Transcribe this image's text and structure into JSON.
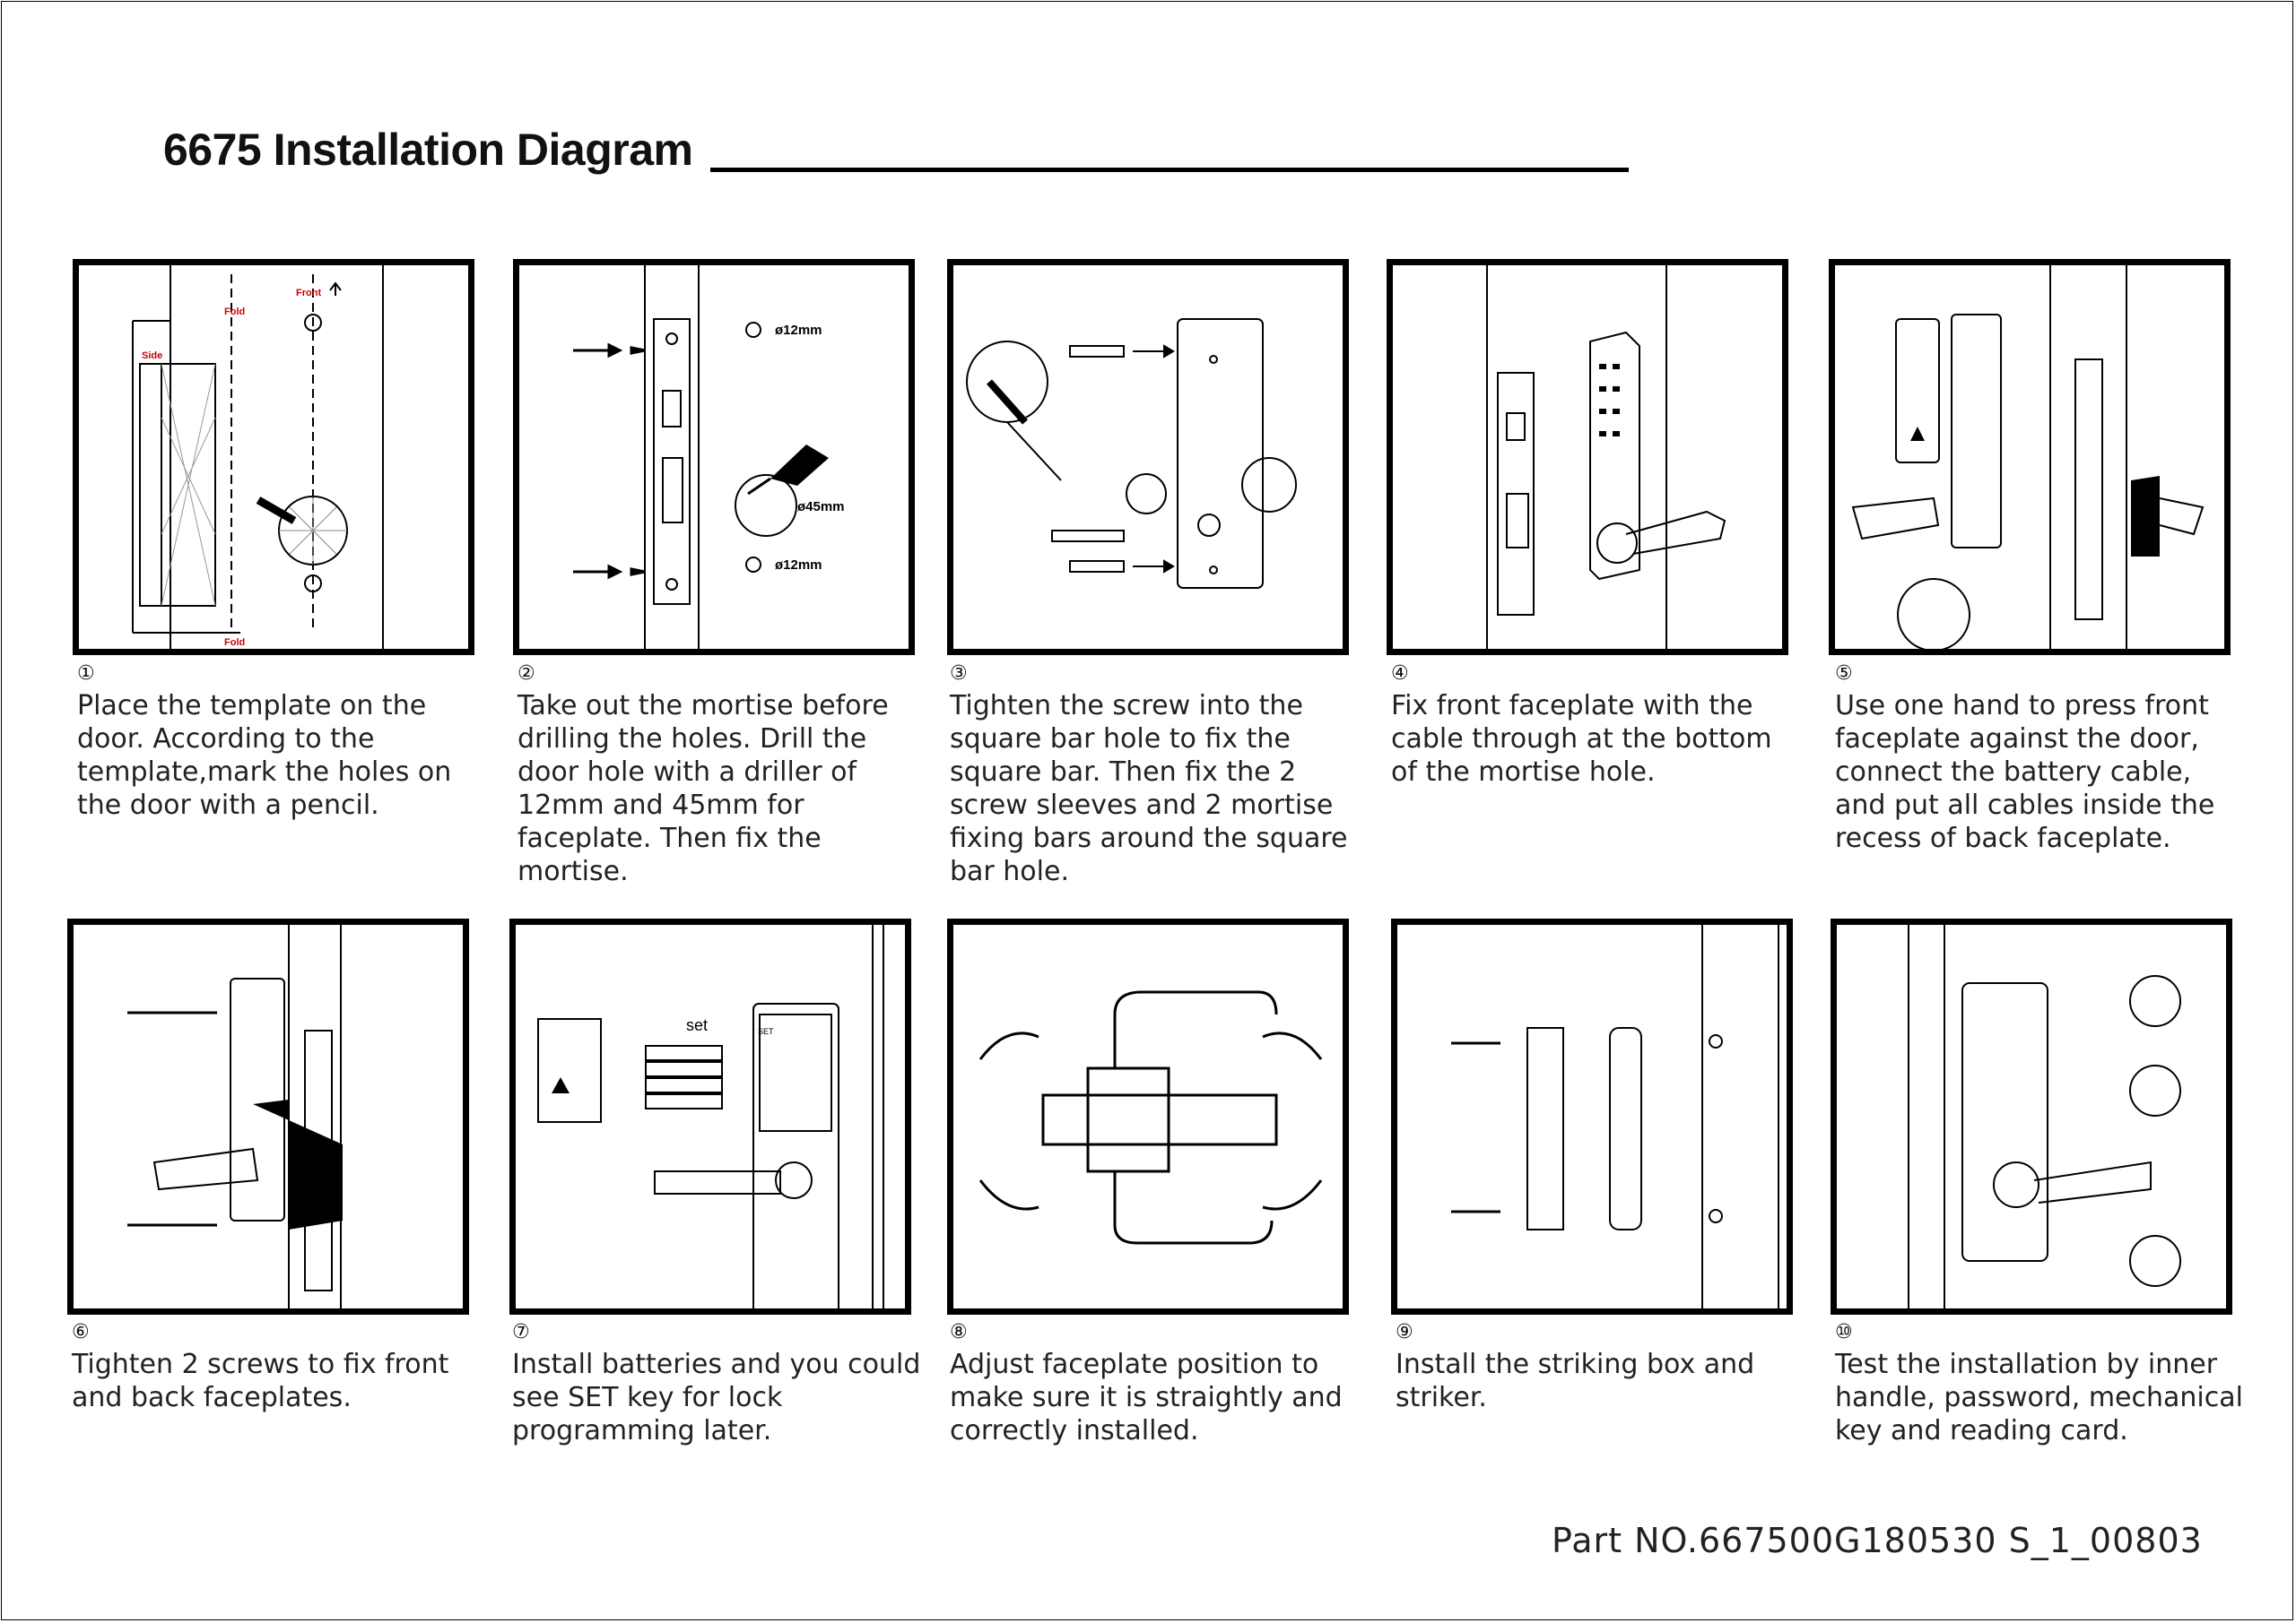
{
  "document": {
    "title": "6675 Installation Diagram",
    "part_number": "Part NO.667500G180530 S_1_00803"
  },
  "steps": [
    {
      "num": "①",
      "text": "Place the template on the door. According to the template,mark the holes on the door with a pencil.",
      "labels": {
        "fold": "Fold",
        "front": "Front",
        "side": "Side"
      }
    },
    {
      "num": "②",
      "text": "Take out the mortise before drilling the holes. Drill the door hole with a driller of 12mm and 45mm for faceplate. Then fix the mortise.",
      "labels": {
        "d12_top": "ø12mm",
        "d45": "ø45mm",
        "d12_bottom": "ø12mm"
      }
    },
    {
      "num": "③",
      "text": "Tighten the screw into the square bar hole to fix the square bar. Then fix the 2 screw sleeves and 2 mortise fixing bars around the square bar hole."
    },
    {
      "num": "④",
      "text": "Fix front faceplate with the cable through at the bottom of the mortise hole."
    },
    {
      "num": "⑤",
      "text": "Use one hand to press front faceplate against the door, connect the battery cable, and put all cables inside the recess of back faceplate."
    },
    {
      "num": "⑥",
      "text": "Tighten 2 screws to fix front and back faceplates."
    },
    {
      "num": "⑦",
      "text": "Install batteries and you could see SET key for lock programming later.",
      "labels": {
        "set": "set",
        "set_key": "SET"
      }
    },
    {
      "num": "⑧",
      "text": "Adjust faceplate position to make sure it is straightly and correctly installed."
    },
    {
      "num": "⑨",
      "text": "Install the striking box and striker."
    },
    {
      "num": "⑩",
      "text": "Test the installation by inner handle, password, mechanical key and reading card."
    }
  ],
  "colors": {
    "ink": "#000000",
    "template_label": "#cc0000"
  }
}
